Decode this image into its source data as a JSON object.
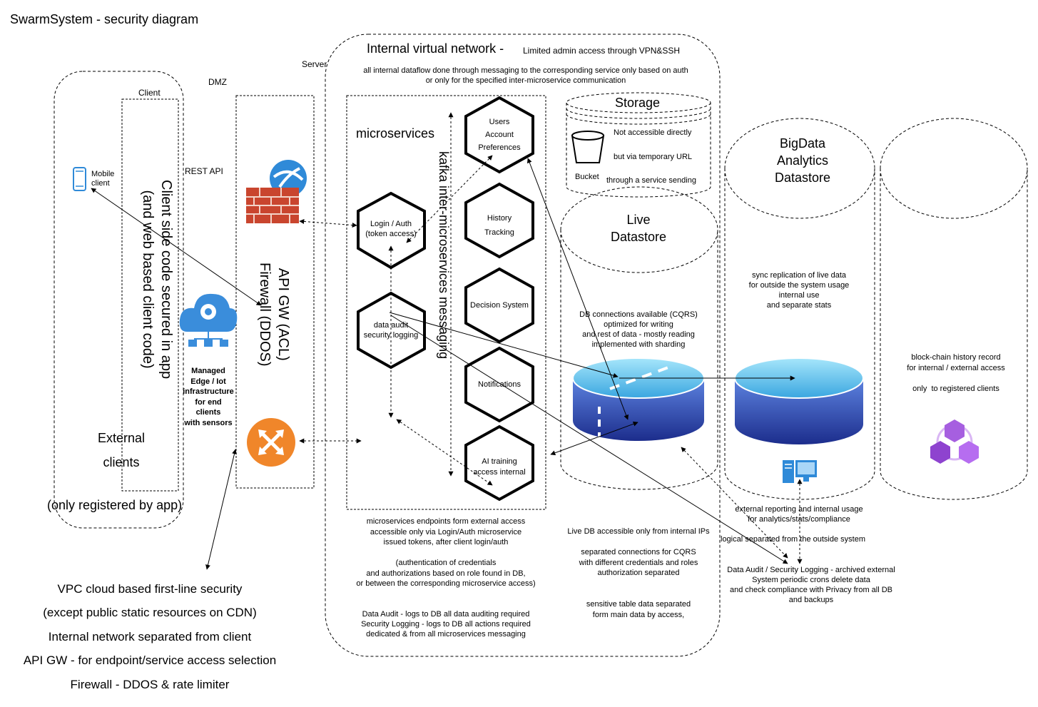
{
  "title": "SwarmSystem - security diagram",
  "client_zone": {
    "client_label": "Client",
    "mobile_client": "Mobile\nclient",
    "client_code": "Client side code secured in app\n(and web based client code)",
    "external_clients": "External\nclients",
    "registered_note": "(only registered by app)"
  },
  "dmz": {
    "dmz_label": "DMZ",
    "rest_api": "REST API",
    "api_gw": "API GW (ACL)\nFirewall (DDOS)",
    "managed_edge": "Managed\nEdge / Iot\ninfrastructure\nfor end\nclients\nwith sensors"
  },
  "server": {
    "server_label": "Server",
    "internal_title": "Internal virtual network -",
    "internal_sub": "Limited admin access through VPN&SSH",
    "internal_note": "all internal dataflow done through messaging to the corresponding service only based on auth\nor only for the specified inter-microservice communication",
    "microservices_label": "microservices",
    "kafka_label": "kafka  inter-microservices  messaging",
    "services": {
      "login": "Login / Auth\n(token access)",
      "audit": "data audit\nsecurity logging",
      "users": "Users\nAccount\nPreferences",
      "history": "History\nTracking",
      "decision": "Decision System",
      "notifications": "Notifications",
      "ai": "AI training\naccess internal"
    },
    "endpoints_note": "microservices endpoints form external access\naccessible only via Login/Auth microservice\nissued tokens, after client login/auth\n\n(authentication of credentials\nand authorizations based on role found in DB,\nor between the corresponding microservice access)",
    "audit_note": "Data Audit - logs to DB all data auditing required\nSecurity Logging - logs to DB all actions required\ndedicated & from all microservices messaging"
  },
  "storage": {
    "title": "Storage",
    "bucket": "Bucket",
    "line1": "Not accessible directly",
    "line2": "but via temporary URL",
    "line3": "through a service sending"
  },
  "live_datastore": {
    "title": "Live\nDatastore",
    "note": "DB connections available (CQRS)\noptimized for writing\nand rest of data - mostly reading\nimplemented with sharding",
    "access_note": "Live DB accessible only from internal IPs\n\nseparated connections for CQRS\nwith different credentials and roles\nauthorization separated\n\n\nsensitive table data separated\nform main data by access,"
  },
  "bigdata": {
    "title": "BigData\nAnalytics\nDatastore",
    "note": "sync replication of live data\nfor outside the system usage\ninternal use\nand separate stats"
  },
  "blockchain": {
    "note": "block-chain history record\nfor internal / external access\n\nonly  to registered clients"
  },
  "external_reporting": {
    "line1": "external reporting and internal usage\nfor analytics/stats/compliance",
    "line2": "logical separated from the outside system",
    "line3": "Data Audit / Security Logging - archived external\nSystem periodic crons delete data\nand check compliance with Privacy from all DB\nand backups"
  },
  "vpc_notes": [
    "VPC cloud based first-line security",
    "(except public static resources on CDN)",
    "Internal network separated from client",
    "API GW - for endpoint/service access selection",
    "Firewall - DDOS & rate limiter"
  ],
  "colors": {
    "azure_blue": "#2f8ad8",
    "firewall_red": "#c9452e",
    "router_orange": "#f0862a",
    "db_top": "#7ed4f2",
    "db_body": "#2b4fb0",
    "blockchain_purple": "#9b4fd4"
  }
}
